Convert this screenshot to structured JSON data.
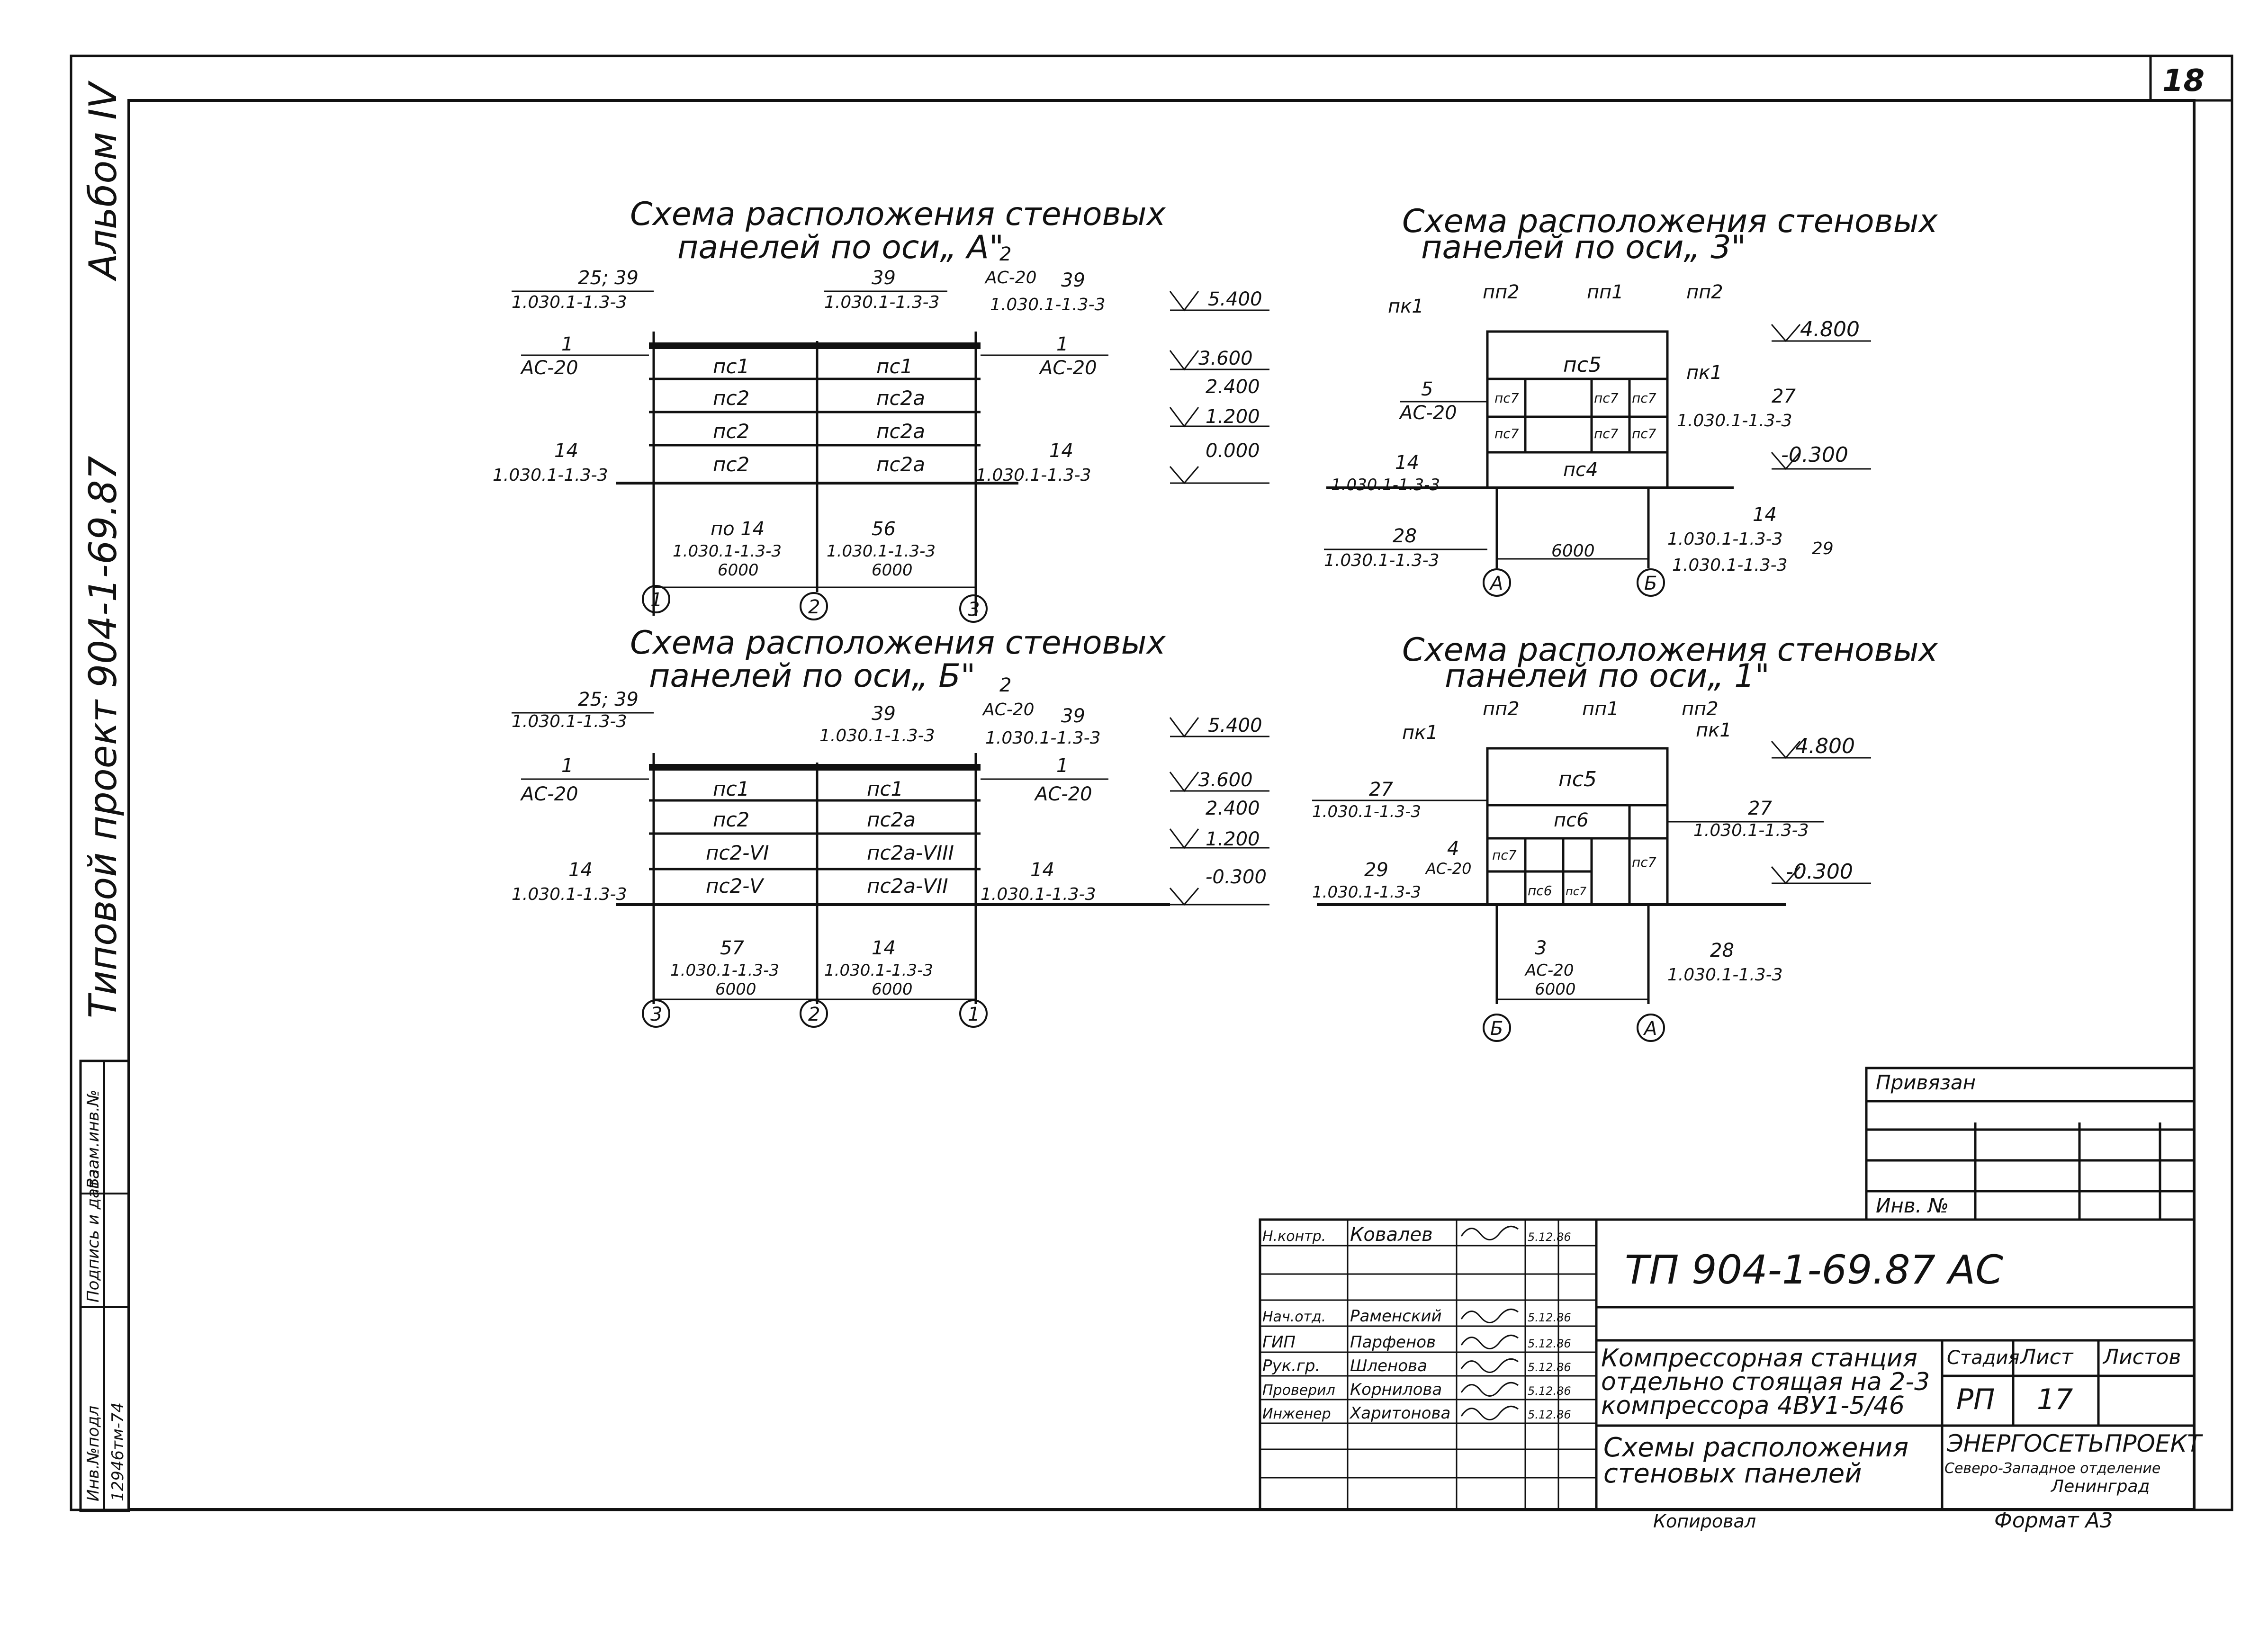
{
  "sheet_number": "18",
  "side": {
    "album": "Альбом IV",
    "project": "Типовой проект 904-1-69.87",
    "strip": [
      "Инв.№подл",
      "Подпись и дата",
      "Взам.инв.№"
    ],
    "inv_value": "12946тм-74"
  },
  "schemes": {
    "a": {
      "title1": "Схема расположения стеновых",
      "title2": "панелей по оси„ А\"",
      "refs": [
        "25; 39",
        "1.030.1-1.3-3",
        "39",
        "1.030.1-1.3-3",
        "2",
        "АС-20",
        "39",
        "1.030.1-1.3-3",
        "1",
        "АС-20",
        "1",
        "АС-20",
        "14",
        "1.030.1-1.3-3",
        "14",
        "1.030.1-1.3-3",
        "по 14",
        "1.030.1-1.3-3",
        "6000",
        "56",
        "1.030.1-1.3-3",
        "6000"
      ],
      "panels": [
        "пс1",
        "пс1",
        "пс2",
        "пс2а",
        "пс2",
        "пс2а",
        "пс2",
        "пс2а"
      ],
      "levels": [
        "5.400",
        "3.600",
        "2.400",
        "1.200",
        "0.000"
      ],
      "axes": [
        "1",
        "2",
        "3"
      ]
    },
    "b": {
      "title1": "Схема расположения стеновых",
      "title2": "панелей по оси„ Б\"",
      "refs": [
        "25; 39",
        "1.030.1-1.3-3",
        "39",
        "1.030.1-1.3-3",
        "2",
        "АС-20",
        "39",
        "1.030.1-1.3-3",
        "1",
        "АС-20",
        "1",
        "АС-20",
        "14",
        "1.030.1-1.3-3",
        "14",
        "1.030.1-1.3-3",
        "57",
        "1.030.1-1.3-3",
        "6000",
        "14",
        "1.030.1-1.3-3",
        "6000"
      ],
      "panels": [
        "пс1",
        "пс1",
        "пс2",
        "пс2а",
        "пс2-VI",
        "пс2а-VIII",
        "пс2-V",
        "пс2а-VII"
      ],
      "levels": [
        "5.400",
        "3.600",
        "2.400",
        "1.200",
        "-0.300"
      ],
      "axes": [
        "3",
        "2",
        "1"
      ]
    },
    "c": {
      "title1": "Схема расположения стеновых",
      "title2": "панелей по оси„ 3\"",
      "refs": [
        "пк1",
        "пп2",
        "пп1",
        "пп2",
        "пк1",
        "5",
        "АС-20",
        "27",
        "1.030.1-1.3-3",
        "14",
        "1.030.1-1.3-3",
        "28",
        "1.030.1-1.3-3",
        "6000",
        "14",
        "1.030.1-1.3-3",
        "29",
        "1.030.1-1.3-3"
      ],
      "panels": [
        "пс5",
        "пс7",
        "пс7",
        "пс7",
        "пс7",
        "пс7",
        "пс7",
        "пс4"
      ],
      "levels": [
        "4.800",
        "-0.300"
      ],
      "axes": [
        "А",
        "Б"
      ]
    },
    "d": {
      "title1": "Схема расположения стеновых",
      "title2": "панелей по оси„ 1\"",
      "refs": [
        "пп2",
        "пп1",
        "пп2",
        "пк1",
        "пк1",
        "27",
        "1.030.1-1.3-3",
        "4",
        "АС-20",
        "29",
        "1.030.1-1.3-3",
        "27",
        "1.030.1-1.3-3",
        "3",
        "АС-20",
        "6000",
        "28",
        "1.030.1-1.3-3"
      ],
      "panels": [
        "пс5",
        "пс6",
        "пс7",
        "пс6",
        "пс7",
        "пс7"
      ],
      "levels": [
        "4.800",
        "-0.300"
      ],
      "axes": [
        "Б",
        "А"
      ]
    }
  },
  "title_block": {
    "privyazan": "Привязан",
    "inv_no": "Инв. №",
    "code": "ТП 904-1-69.87 АС",
    "staff": [
      {
        "role": "Н.контр.",
        "name": "Ковалев",
        "date": "5.12.86"
      },
      {
        "role": "Нач.отд.",
        "name": "Раменский",
        "date": "5.12.86"
      },
      {
        "role": "ГИП",
        "name": "Парфенов",
        "date": "5.12.86"
      },
      {
        "role": "Рук.гр.",
        "name": "Шленова",
        "date": "5.12.86"
      },
      {
        "role": "Проверил",
        "name": "Корнилова",
        "date": "5.12.86"
      },
      {
        "role": "Инженер",
        "name": "Харитонова",
        "date": "5.12.86"
      }
    ],
    "object_name": [
      "Компрессорная станция",
      "отдельно стоящая на 2-3",
      "компрессора 4ВУ1-5/46"
    ],
    "stage_h": "Стадия",
    "sheet_h": "Лист",
    "sheets_h": "Листов",
    "stage": "РП",
    "sheet": "17",
    "drawing_title": [
      "Схемы расположения",
      "стеновых панелей"
    ],
    "org": [
      "ЭНЕРГОСЕТЬПРОЕКТ",
      "Северо-Западное отделение",
      "Ленинград"
    ],
    "copied": "Копировал",
    "format": "Формат А3"
  },
  "icons": [
    "signature-icon",
    "axis-bubble-icon",
    "level-mark-icon"
  ]
}
